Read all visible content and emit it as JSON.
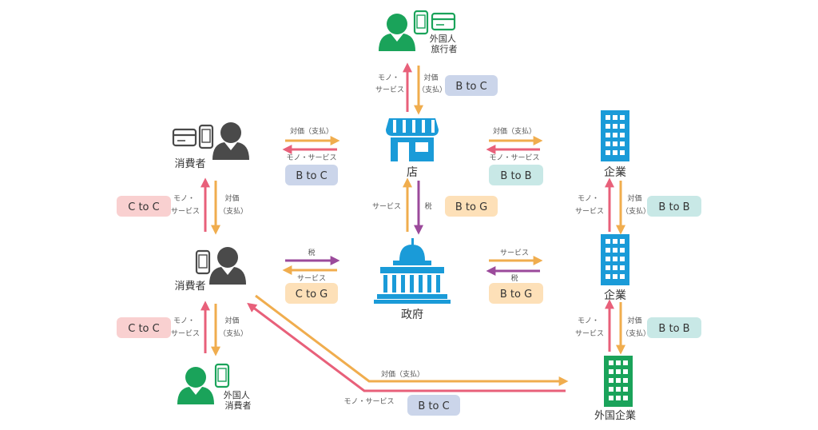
{
  "nodes": {
    "foreign_traveler": "外国人\n旅行者",
    "consumer_top": "消費者",
    "store": "店",
    "company_top": "企業",
    "consumer_mid": "消費者",
    "government": "政府",
    "company_mid": "企業",
    "foreign_consumer": "外国人\n消費者",
    "foreign_company": "外国企業"
  },
  "edge_labels": {
    "goods_service": "モノ・\nサービス",
    "goods_service_inline": "モノ・サービス",
    "payment": "対価\n（支払）",
    "payment_inline": "対価（支払）",
    "service": "サービス",
    "tax": "税"
  },
  "badges": {
    "btoc_traveler": "B to C",
    "btoc_consumer": "B to C",
    "btob_store": "B to B",
    "ctoc_top": "C to C",
    "btog_store": "B to G",
    "btob_upper": "B to B",
    "ctog": "C to G",
    "btog_gov": "B to G",
    "ctoc_bottom": "C to C",
    "btob_lower": "B to B",
    "btoc_foreign": "B to C"
  },
  "colors": {
    "orange": "#f0ad4e",
    "pink": "#e8607a",
    "purple": "#9b4a9b",
    "green": "#1aa35a",
    "blue": "#1a9bd8",
    "dark": "#4a4a4a",
    "badge_blue": "#cbd5ea",
    "badge_pink": "#f9d0d0",
    "badge_orange": "#fde0b8",
    "badge_teal": "#c8e8e6"
  }
}
